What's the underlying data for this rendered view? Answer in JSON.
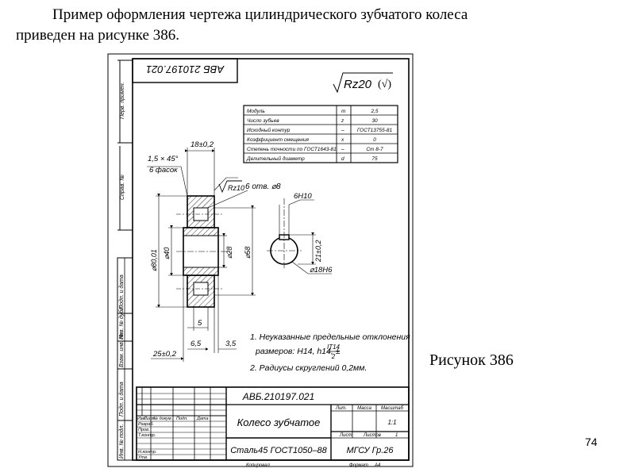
{
  "heading": {
    "line1": "Пример оформления чертежа цилиндрического зубчатого колеса",
    "line2": "приведен на рисунке 386."
  },
  "caption": "Рисунок 386",
  "page_number": "74",
  "drawing": {
    "top_stamp": "АВБ 210197.021",
    "roughness_general": "Rz20",
    "params": [
      {
        "name": "Модуль",
        "sym": "m",
        "val": "2,5"
      },
      {
        "name": "Число зубьев",
        "sym": "z",
        "val": "30"
      },
      {
        "name": "Исходный контур",
        "sym": "–",
        "val": "ГОСТ13755-81"
      },
      {
        "name": "Коэффициент смещения",
        "sym": "x",
        "val": "0"
      },
      {
        "name": "Степень точности по ГОСТ1643-81",
        "sym": "–",
        "val": "Ст 8-7"
      },
      {
        "name": "Делительный диаметр",
        "sym": "d",
        "val": "75"
      }
    ],
    "dims": {
      "chamfer": "1,5 × 45°",
      "chamfer_count": "6 фасок",
      "width_top": "18±0,2",
      "rz_local": "Rz10",
      "holes": "6 отв. ⌀8",
      "keyway": "6Н10",
      "d_outer": "⌀80,01",
      "d40": "⌀40",
      "d28": "⌀28",
      "d58": "⌀58",
      "kdim": "21±0,2",
      "bore": "⌀18Н6",
      "d5": "5",
      "d65": "6,5",
      "d35": "3,5",
      "d25": "25±0,2"
    },
    "notes": {
      "n1": "1. Неуказанные предельные отклонения",
      "n1b": "размеров: Н14, h14, ±",
      "frac_top": "IT14",
      "frac_bottom": "2",
      "n2": "2. Радиусы скруглений 0,2мм."
    },
    "side_labels": {
      "perv_primen": "Перв. примен.",
      "sprav": "Справ. №",
      "podp_data1": "Подп. и дата",
      "inv_dubl": "Инв. № дубл.",
      "vzam_inv": "Взам. инв. №",
      "podp_data2": "Подп. и дата",
      "inv_podl": "Инв. № подл."
    },
    "title_block": {
      "doc_code": "АВБ.210197.021",
      "part_name": "Колесо зубчатое",
      "material": "Сталь45 ГОСТ1050–88",
      "org": "МГСУ Гр.26",
      "lit": "Лит.",
      "massa": "Масса",
      "masshtab": "Масштаб",
      "scale_val": "1:1",
      "list": "Лист",
      "listov": "Листов",
      "listov_val": "1",
      "izm": "Изм.",
      "list_col": "Лист",
      "ndokum": "№ докум.",
      "podp": "Подп.",
      "data": "Дата",
      "razrab": "Разраб.",
      "prov": "Пров.",
      "tkontr": "Т.контр.",
      "nkontr": "Н.контр.",
      "utv": "Утв.",
      "kopiroval": "Копировал",
      "format": "Формат",
      "format_val": "А4"
    }
  }
}
